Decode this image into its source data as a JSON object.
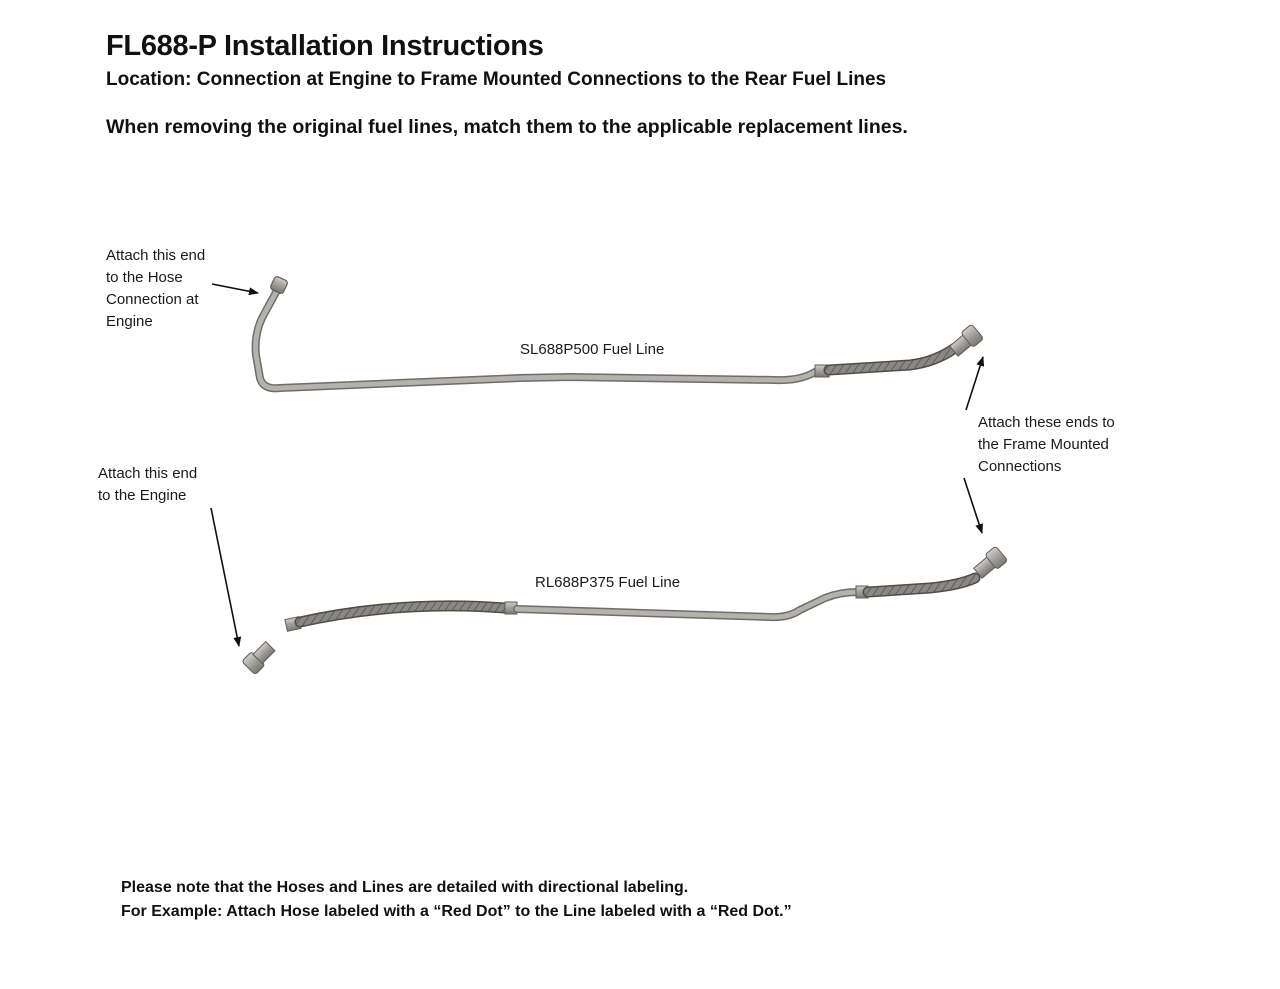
{
  "title": "FL688-P Installation Instructions",
  "location": "Location: Connection at Engine to Frame Mounted Connections to the Rear Fuel Lines",
  "instruction": "When removing the original fuel lines, match them to the applicable replacement lines.",
  "callouts": {
    "hose_engine": "Attach this end\nto the Hose\nConnection at\nEngine",
    "engine": "Attach this end\nto the Engine",
    "frame": "Attach these ends to\nthe Frame Mounted\nConnections"
  },
  "parts": {
    "upper": "SL688P500 Fuel Line",
    "lower": "RL688P375 Fuel Line"
  },
  "footer": {
    "line1": "Please note that the Hoses and Lines are detailed with directional labeling.",
    "line2": "For Example: Attach Hose labeled with a “Red Dot” to the Line labeled with a “Red Dot.”"
  },
  "colors": {
    "tube": "#a8a6a1",
    "braided_hose": "#7d7b77",
    "fitting": "#8e8c88",
    "arrow": "#111111"
  }
}
